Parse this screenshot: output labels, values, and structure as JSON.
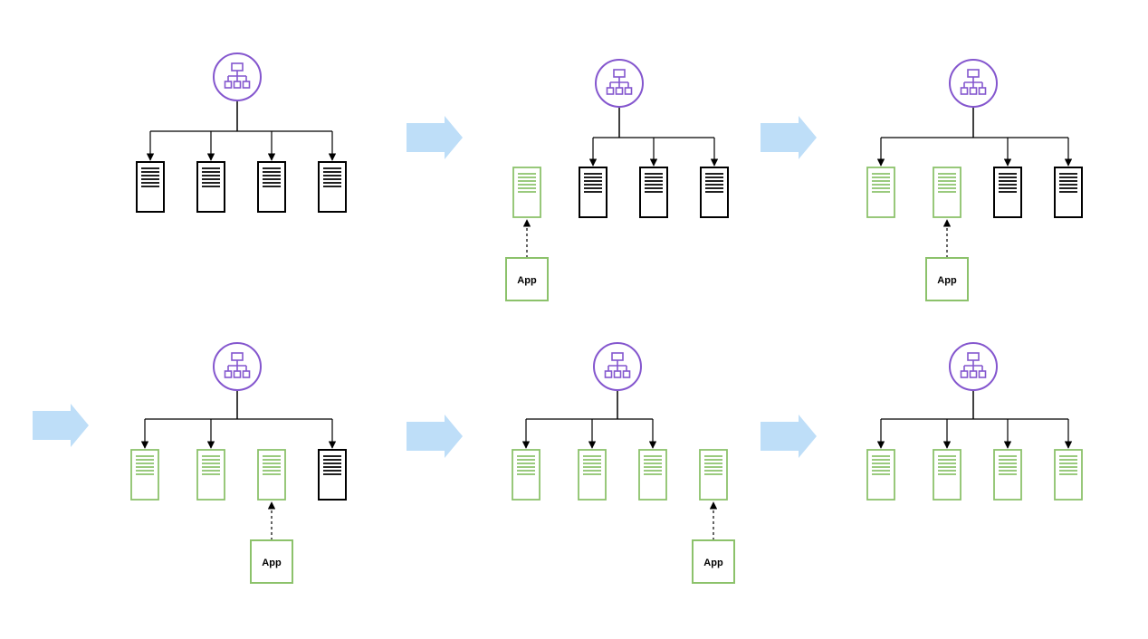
{
  "colors": {
    "load_balancer": "#8456CE",
    "old_server": "#000000",
    "new_server": "#8CC26B",
    "app_box": "#8CC26B",
    "step_arrow": "#BEDEF8",
    "connector": "#000000"
  },
  "icons": {
    "load_balancer": "network-hierarchy-icon",
    "server": "server-rack-icon",
    "step_arrow": "right-arrow-icon"
  },
  "diagram": {
    "description_type": "rolling-deployment",
    "steps": [
      {
        "servers": [
          "old",
          "old",
          "old",
          "old"
        ],
        "app_target": null,
        "app_label": ""
      },
      {
        "servers": [
          "new",
          "old",
          "old",
          "old"
        ],
        "app_target": 0,
        "app_label": "App"
      },
      {
        "servers": [
          "new",
          "new",
          "old",
          "old"
        ],
        "app_target": 1,
        "app_label": "App"
      },
      {
        "servers": [
          "new",
          "new",
          "new",
          "old"
        ],
        "app_target": 2,
        "app_label": "App"
      },
      {
        "servers": [
          "new",
          "new",
          "new",
          "new"
        ],
        "app_target": 3,
        "app_label": "App"
      },
      {
        "servers": [
          "new",
          "new",
          "new",
          "new"
        ],
        "app_target": null,
        "app_label": ""
      }
    ]
  }
}
